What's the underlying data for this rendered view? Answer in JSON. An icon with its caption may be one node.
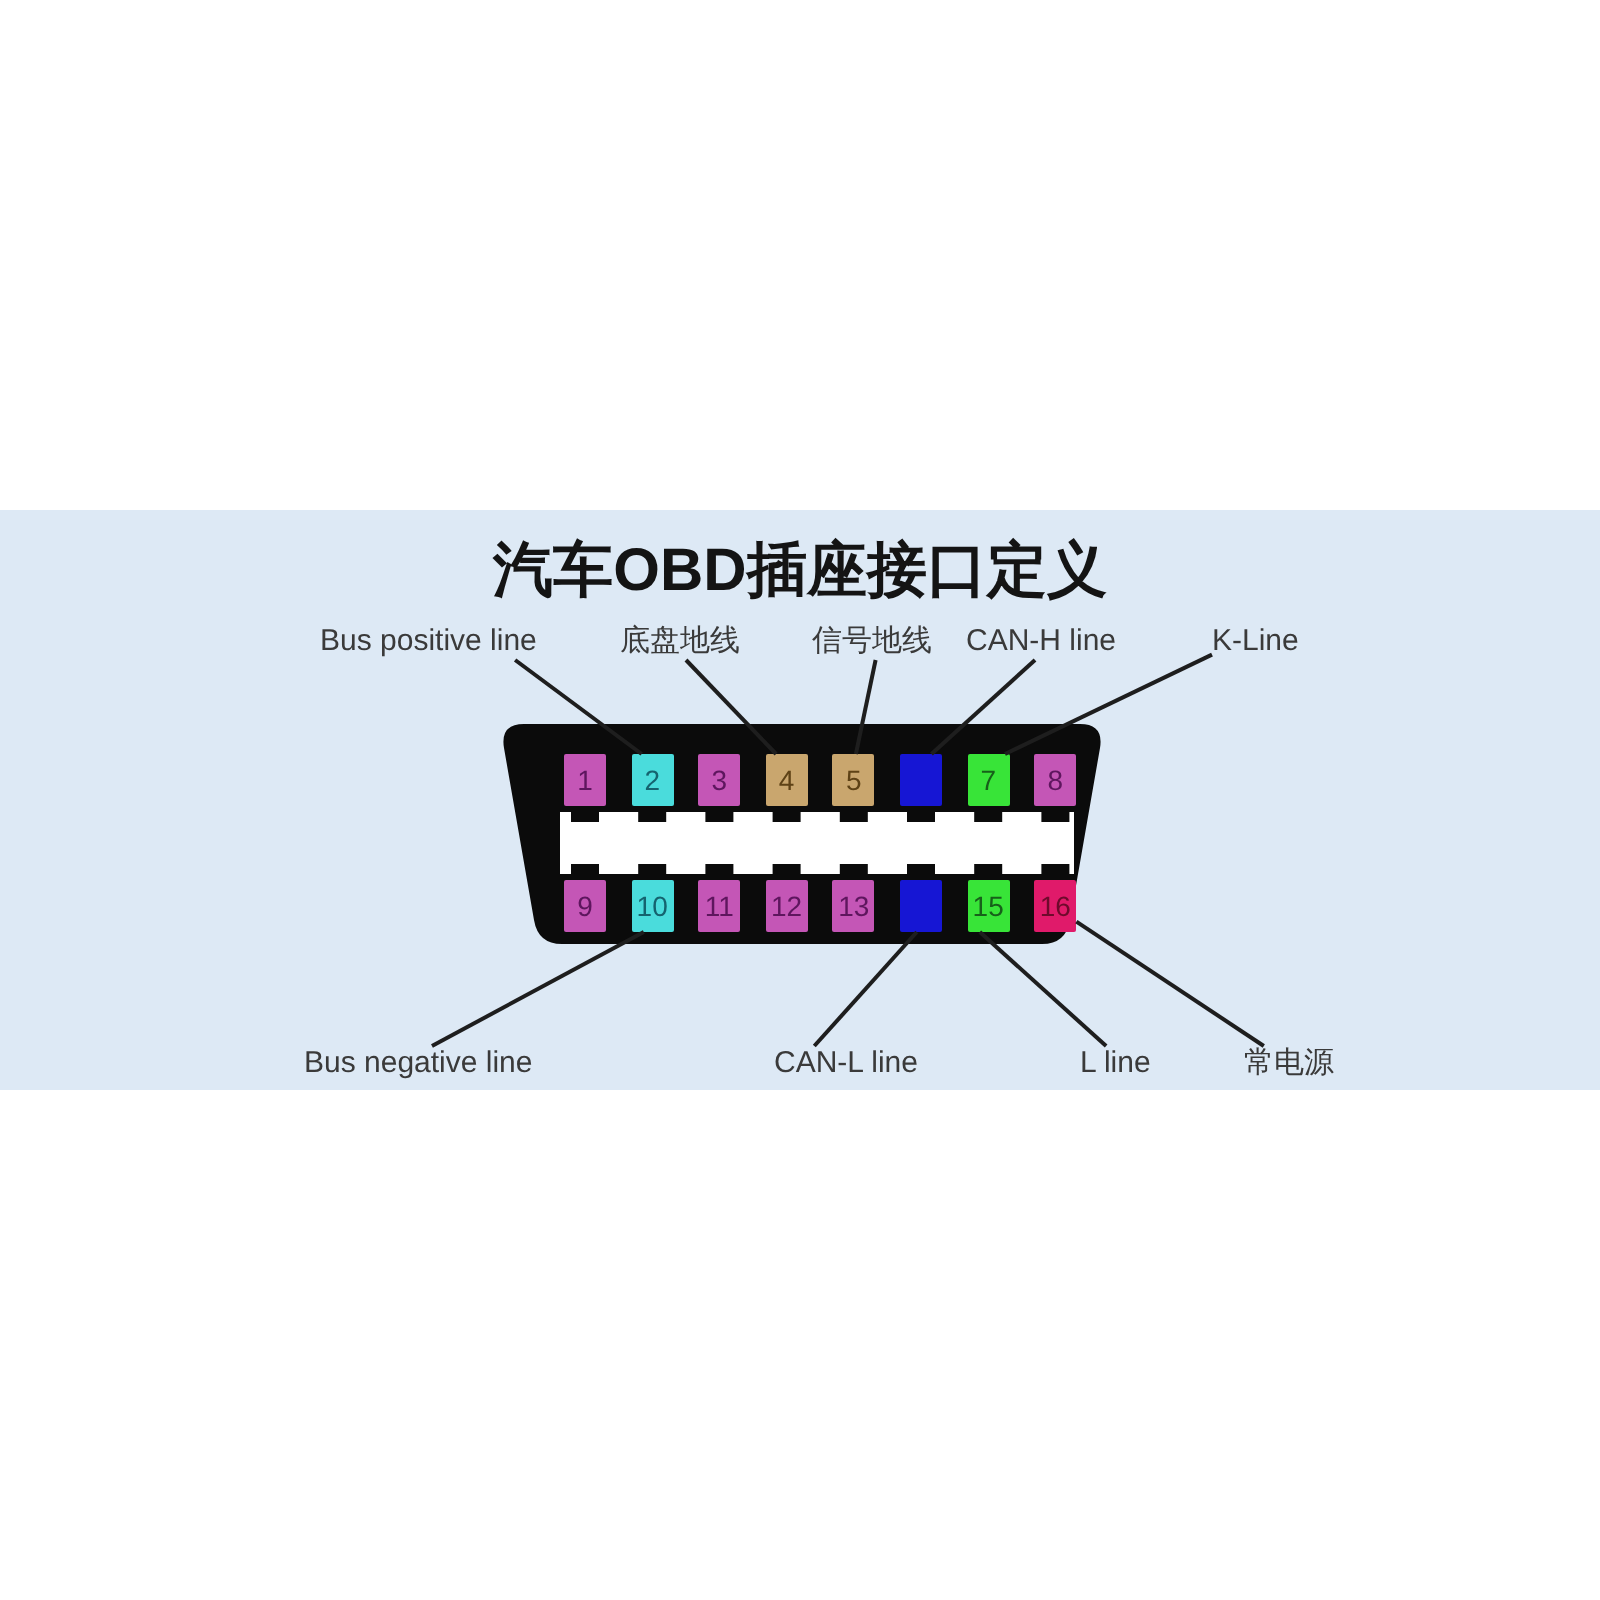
{
  "diagram": {
    "title": "汽车OBD插座接口定义",
    "nodes": [
      {
        "text": [
          "Bus positive line"
        ]
      },
      {
        "text": [
          "底盘地线"
        ]
      },
      {
        "text": [
          "信号地线"
        ]
      },
      {
        "text": [
          "CAN-H line"
        ]
      },
      {
        "text": [
          "K-Line"
        ]
      },
      {
        "text": [],
        "shape": "trapezoid"
      },
      {
        "text": [
          "1"
        ],
        "in": 5
      },
      {
        "text": [
          "2"
        ],
        "in": 5
      },
      {
        "text": [
          "3"
        ],
        "in": 5
      },
      {
        "text": [
          "4"
        ],
        "in": 5
      },
      {
        "text": [
          "5"
        ],
        "in": 5
      },
      {
        "text": [],
        "shape": "box",
        "in": 5
      },
      {
        "text": [
          "7"
        ],
        "in": 5
      },
      {
        "text": [
          "8"
        ],
        "in": 5
      },
      {
        "text": [
          "9"
        ],
        "in": 5
      },
      {
        "text": [
          "10"
        ],
        "in": 5
      },
      {
        "text": [
          "11"
        ],
        "in": 5
      },
      {
        "text": [
          "12"
        ],
        "in": 5
      },
      {
        "text": [
          "13"
        ],
        "in": 5
      },
      {
        "text": [],
        "shape": "box",
        "in": 5
      },
      {
        "text": [
          "15"
        ],
        "in": 5
      },
      {
        "text": [
          "16"
        ],
        "in": 5
      },
      {
        "text": [
          "Bus negative line"
        ]
      },
      {
        "text": [
          "CAN-L line"
        ]
      },
      {
        "text": [
          "L line"
        ]
      },
      {
        "text": [
          "常电源"
        ]
      }
    ],
    "edges": [
      {
        "from": 0,
        "to": 7,
        "arrow": "none"
      },
      {
        "from": 1,
        "to": 9,
        "arrow": "none"
      },
      {
        "from": 2,
        "to": 10,
        "arrow": "none"
      },
      {
        "from": 3,
        "to": 11,
        "arrow": "none"
      },
      {
        "from": 4,
        "to": 12,
        "arrow": "none"
      },
      {
        "from": 22,
        "to": 15,
        "arrow": "none"
      },
      {
        "from": 23,
        "to": 19,
        "arrow": "none"
      },
      {
        "from": 24,
        "to": 20,
        "arrow": "none"
      },
      {
        "from": 25,
        "to": 21,
        "arrow": "none"
      }
    ]
  }
}
